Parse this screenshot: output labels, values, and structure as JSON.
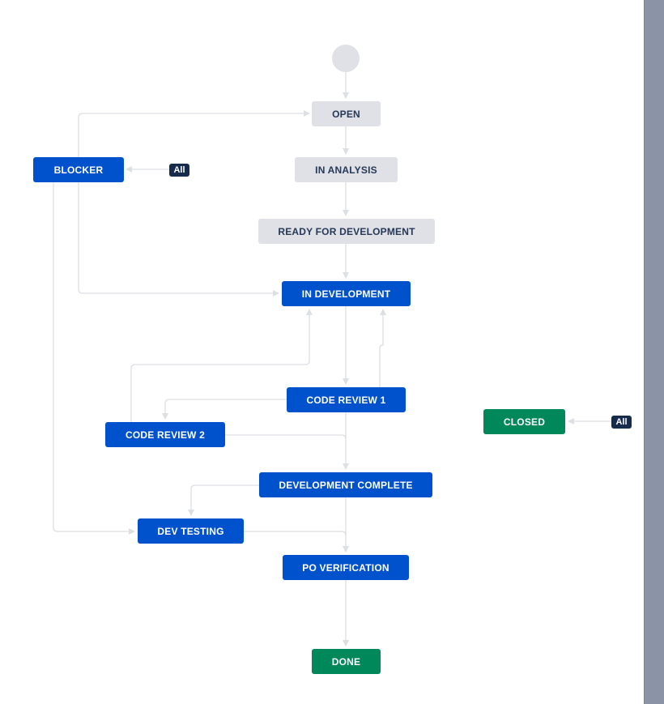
{
  "workflow": {
    "statuses": {
      "open": "OPEN",
      "in_analysis": "IN ANALYSIS",
      "ready_for_development": "READY FOR DEVELOPMENT",
      "blocker": "BLOCKER",
      "in_development": "IN DEVELOPMENT",
      "code_review_1": "CODE REVIEW 1",
      "code_review_2": "CODE REVIEW 2",
      "closed": "CLOSED",
      "development_complete": "DEVELOPMENT COMPLETE",
      "dev_testing": "DEV TESTING",
      "po_verification": "PO VERIFICATION",
      "done": "DONE"
    },
    "global_transition_label": "All"
  },
  "colors": {
    "todo": "#dfe1e6",
    "in_progress": "#0052cc",
    "done": "#00875a",
    "badge": "#172b4d",
    "connector": "#dcdfe4"
  }
}
